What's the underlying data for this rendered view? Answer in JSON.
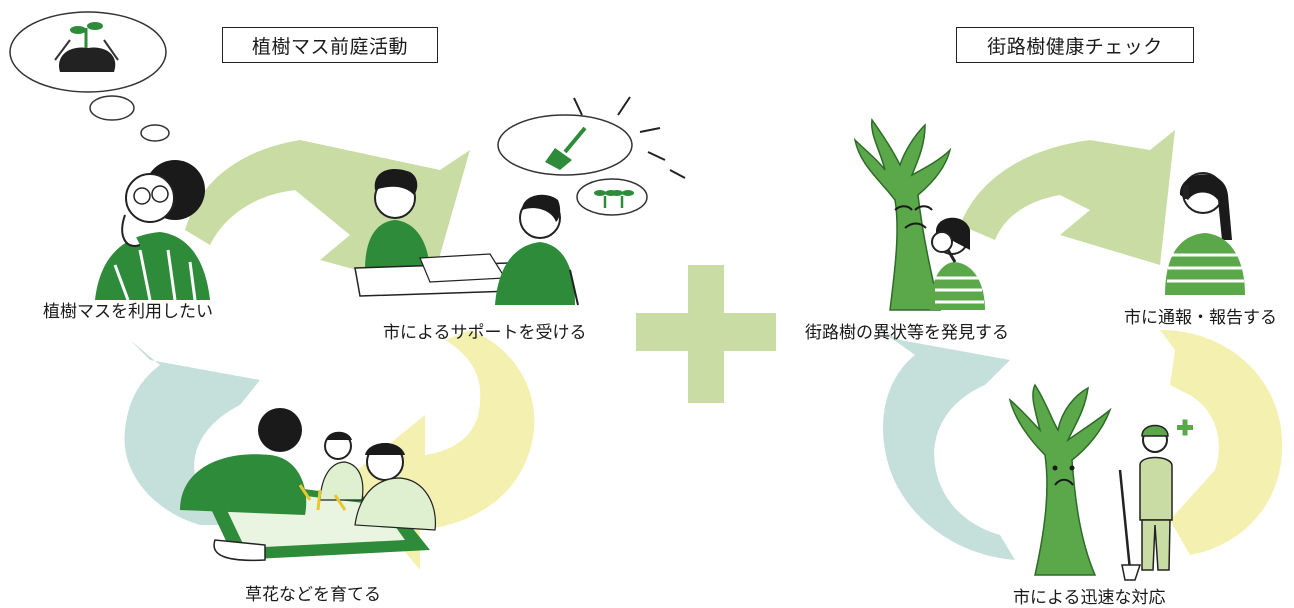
{
  "left_cycle": {
    "title": "植樹マス前庭活動",
    "steps": [
      "植樹マスを利用したい",
      "市によるサポートを受ける",
      "草花などを育てる"
    ]
  },
  "right_cycle": {
    "title": "街路樹健康チェック",
    "steps": [
      "街路樹の異状等を発見する",
      "市に通報・報告する",
      "市による迅速な対応"
    ]
  },
  "colors": {
    "arrow_green": "#c8dca4",
    "arrow_yellow": "#f3f0b0",
    "arrow_teal": "#c5dfdb",
    "plus": "#c8dca4",
    "figure_green": "#2e8b3a",
    "tree_green": "#5aa84a"
  }
}
